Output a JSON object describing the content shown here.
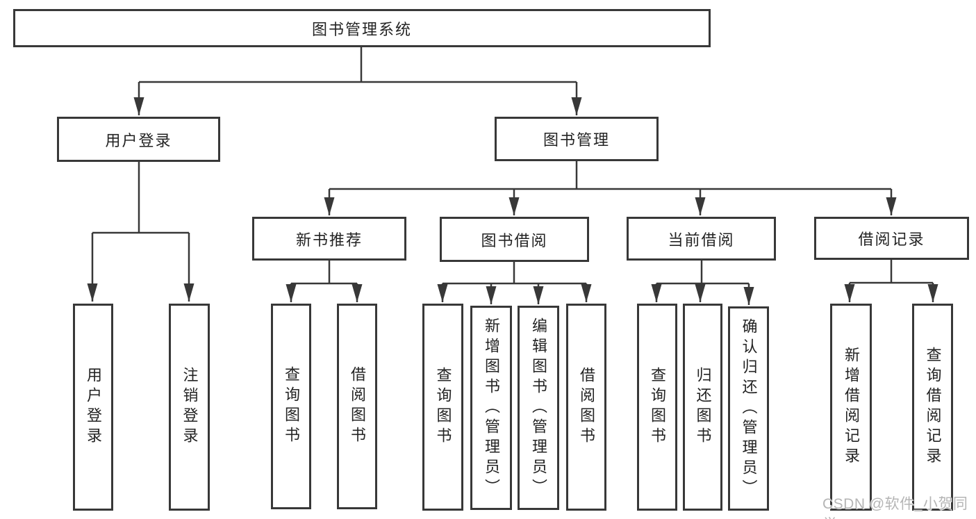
{
  "tree": {
    "label": "图书管理系统",
    "children": [
      {
        "label": "用户登录",
        "children": [
          {
            "label": "用户登录"
          },
          {
            "label": "注销登录"
          }
        ]
      },
      {
        "label": "图书管理",
        "children": [
          {
            "label": "新书推荐",
            "children": [
              {
                "label": "查询图书"
              },
              {
                "label": "借阅图书"
              }
            ]
          },
          {
            "label": "图书借阅",
            "children": [
              {
                "label": "查询图书"
              },
              {
                "label": "新增图书（管理员）"
              },
              {
                "label": "编辑图书（管理员）"
              },
              {
                "label": "借阅图书"
              }
            ]
          },
          {
            "label": "当前借阅",
            "children": [
              {
                "label": "查询图书"
              },
              {
                "label": "归还图书"
              },
              {
                "label": "确认归还（管理员）"
              }
            ]
          },
          {
            "label": "借阅记录",
            "children": [
              {
                "label": "新增借阅记录"
              },
              {
                "label": "查询借阅记录"
              }
            ]
          }
        ]
      }
    ]
  },
  "watermark": "CSDN @软件_小贺同学",
  "colors": {
    "line": "#383838",
    "box_border": "#383838",
    "text": "#232323",
    "watermark": "#b5b5b5",
    "background": "#ffffff"
  }
}
